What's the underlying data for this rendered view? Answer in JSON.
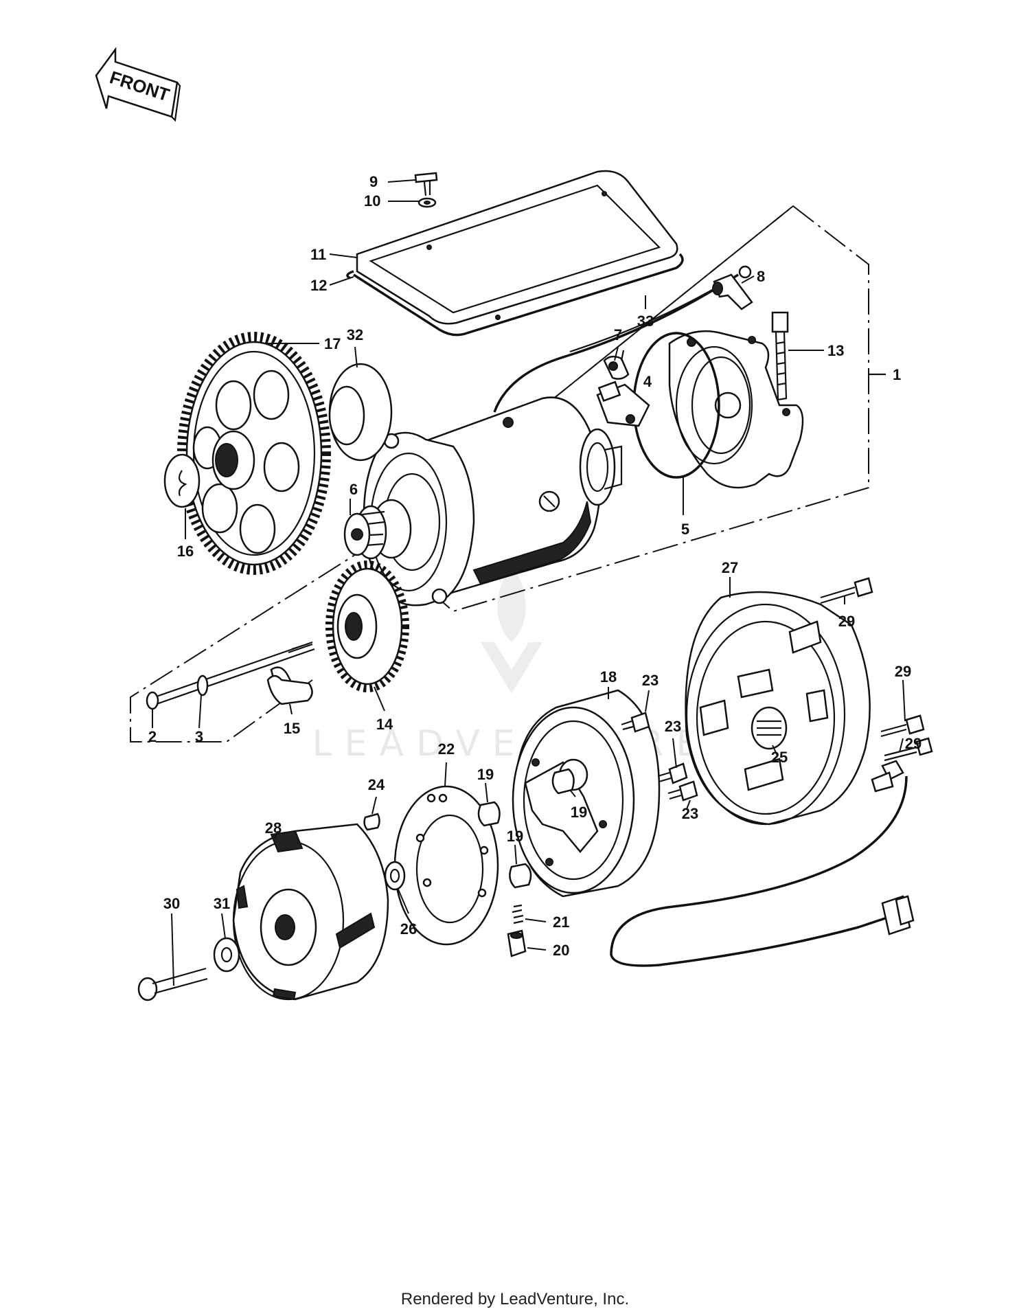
{
  "front_arrow_label": "FRONT",
  "watermark": "LEADVENTURE",
  "footer": "Rendered by LeadVenture, Inc.",
  "callouts": [
    {
      "id": "c9",
      "label": "9"
    },
    {
      "id": "c10",
      "label": "10"
    },
    {
      "id": "c11",
      "label": "11"
    },
    {
      "id": "c12",
      "label": "12"
    },
    {
      "id": "c8",
      "label": "8"
    },
    {
      "id": "c33",
      "label": "33"
    },
    {
      "id": "c13",
      "label": "13"
    },
    {
      "id": "c7",
      "label": "7"
    },
    {
      "id": "c4",
      "label": "4"
    },
    {
      "id": "c1",
      "label": "1"
    },
    {
      "id": "c17",
      "label": "17"
    },
    {
      "id": "c32",
      "label": "32"
    },
    {
      "id": "c16",
      "label": "16"
    },
    {
      "id": "c6",
      "label": "6"
    },
    {
      "id": "c5",
      "label": "5"
    },
    {
      "id": "c27",
      "label": "27"
    },
    {
      "id": "c29a",
      "label": "29"
    },
    {
      "id": "c29b",
      "label": "29"
    },
    {
      "id": "c29c",
      "label": "29"
    },
    {
      "id": "c2",
      "label": "2"
    },
    {
      "id": "c3",
      "label": "3"
    },
    {
      "id": "c15",
      "label": "15"
    },
    {
      "id": "c14",
      "label": "14"
    },
    {
      "id": "c18",
      "label": "18"
    },
    {
      "id": "c23a",
      "label": "23"
    },
    {
      "id": "c23b",
      "label": "23"
    },
    {
      "id": "c23c",
      "label": "23"
    },
    {
      "id": "c25",
      "label": "25"
    },
    {
      "id": "c22",
      "label": "22"
    },
    {
      "id": "c24",
      "label": "24"
    },
    {
      "id": "c19a",
      "label": "19"
    },
    {
      "id": "c19b",
      "label": "19"
    },
    {
      "id": "c19c",
      "label": "19"
    },
    {
      "id": "c28",
      "label": "28"
    },
    {
      "id": "c30",
      "label": "30"
    },
    {
      "id": "c31",
      "label": "31"
    },
    {
      "id": "c26",
      "label": "26"
    },
    {
      "id": "c21",
      "label": "21"
    },
    {
      "id": "c20",
      "label": "20"
    }
  ]
}
